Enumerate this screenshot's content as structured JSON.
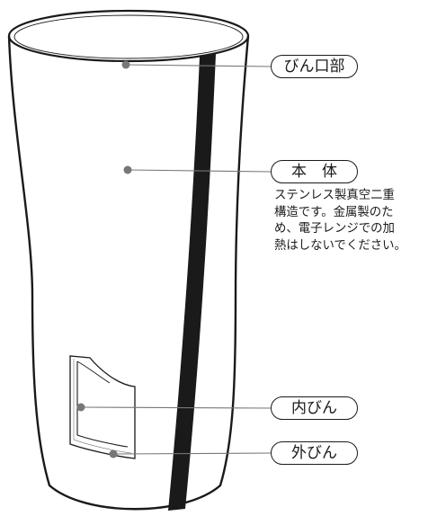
{
  "labels": {
    "mouth": "びん口部",
    "body": "本　体",
    "inner_bottle": "内びん",
    "outer_bottle": "外びん"
  },
  "body_note": {
    "lines": [
      "ステンレス製真空二重",
      "構造です。金属製のた",
      "め、電子レンジでの加",
      "熱はしないでください。"
    ]
  },
  "colors": {
    "outline": "#1a1a1a",
    "stripe": "#1a1a1a",
    "leader": "#777777",
    "background": "#ffffff"
  }
}
